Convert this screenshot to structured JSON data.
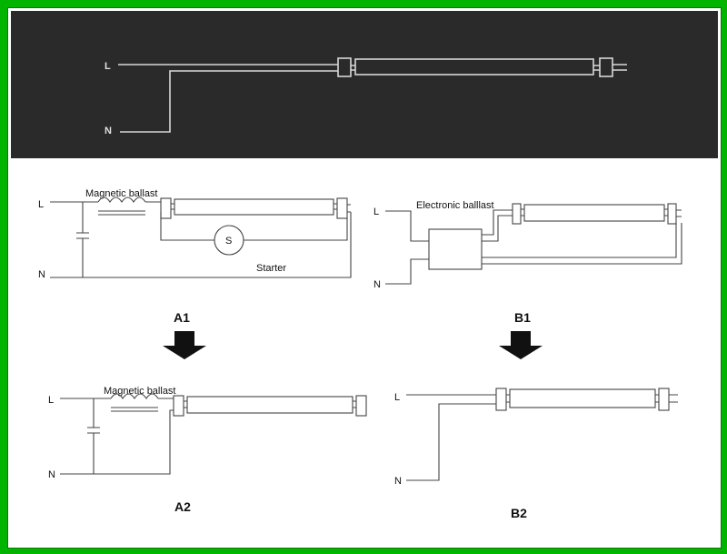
{
  "top": {
    "L": "L",
    "N": "N"
  },
  "a1": {
    "L": "L",
    "N": "N",
    "ballast": "Magnetic  ballast",
    "starter_symbol": "S",
    "starter": "Starter",
    "caption": "A1"
  },
  "b1": {
    "L": "L",
    "N": "N",
    "ballast": "Electronic  balllast",
    "caption": "B1"
  },
  "a2": {
    "L": "L",
    "N": "N",
    "ballast": "Magnetic ballast",
    "caption": "A2"
  },
  "b2": {
    "L": "L",
    "N": "N",
    "caption": "B2"
  },
  "colors": {
    "border": "#00b400",
    "dark_panel": "#2a2a2a",
    "wire_dark": "#d8d8d8",
    "wire_light": "#444444",
    "arrow": "#111111"
  }
}
